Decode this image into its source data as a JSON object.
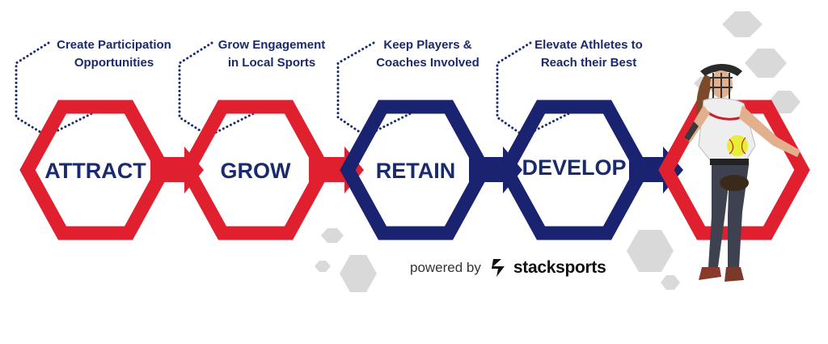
{
  "colors": {
    "red": "#e0202e",
    "navy": "#1a2370",
    "text_navy": "#1a2b6d",
    "gray_hex": "#d9d9d9"
  },
  "stages": [
    {
      "label": "ATTRACT",
      "caption_line1": "Create Participation",
      "caption_line2": "Opportunities",
      "color": "red"
    },
    {
      "label": "GROW",
      "caption_line1": "Grow Engagement",
      "caption_line2": "in Local Sports",
      "color": "red"
    },
    {
      "label": "RETAIN",
      "caption_line1": "Keep Players &",
      "caption_line2": "Coaches Involved",
      "color": "navy"
    },
    {
      "label": "DEVELOP",
      "caption_line1": "Elevate Athletes to",
      "caption_line2": "Reach their Best",
      "color": "navy"
    }
  ],
  "footer": {
    "powered_by": "powered by",
    "brand": "stacksports",
    "brand_icon": "stack-sports-logo-icon"
  },
  "photo": {
    "subject": "softball-pitcher-photo"
  }
}
